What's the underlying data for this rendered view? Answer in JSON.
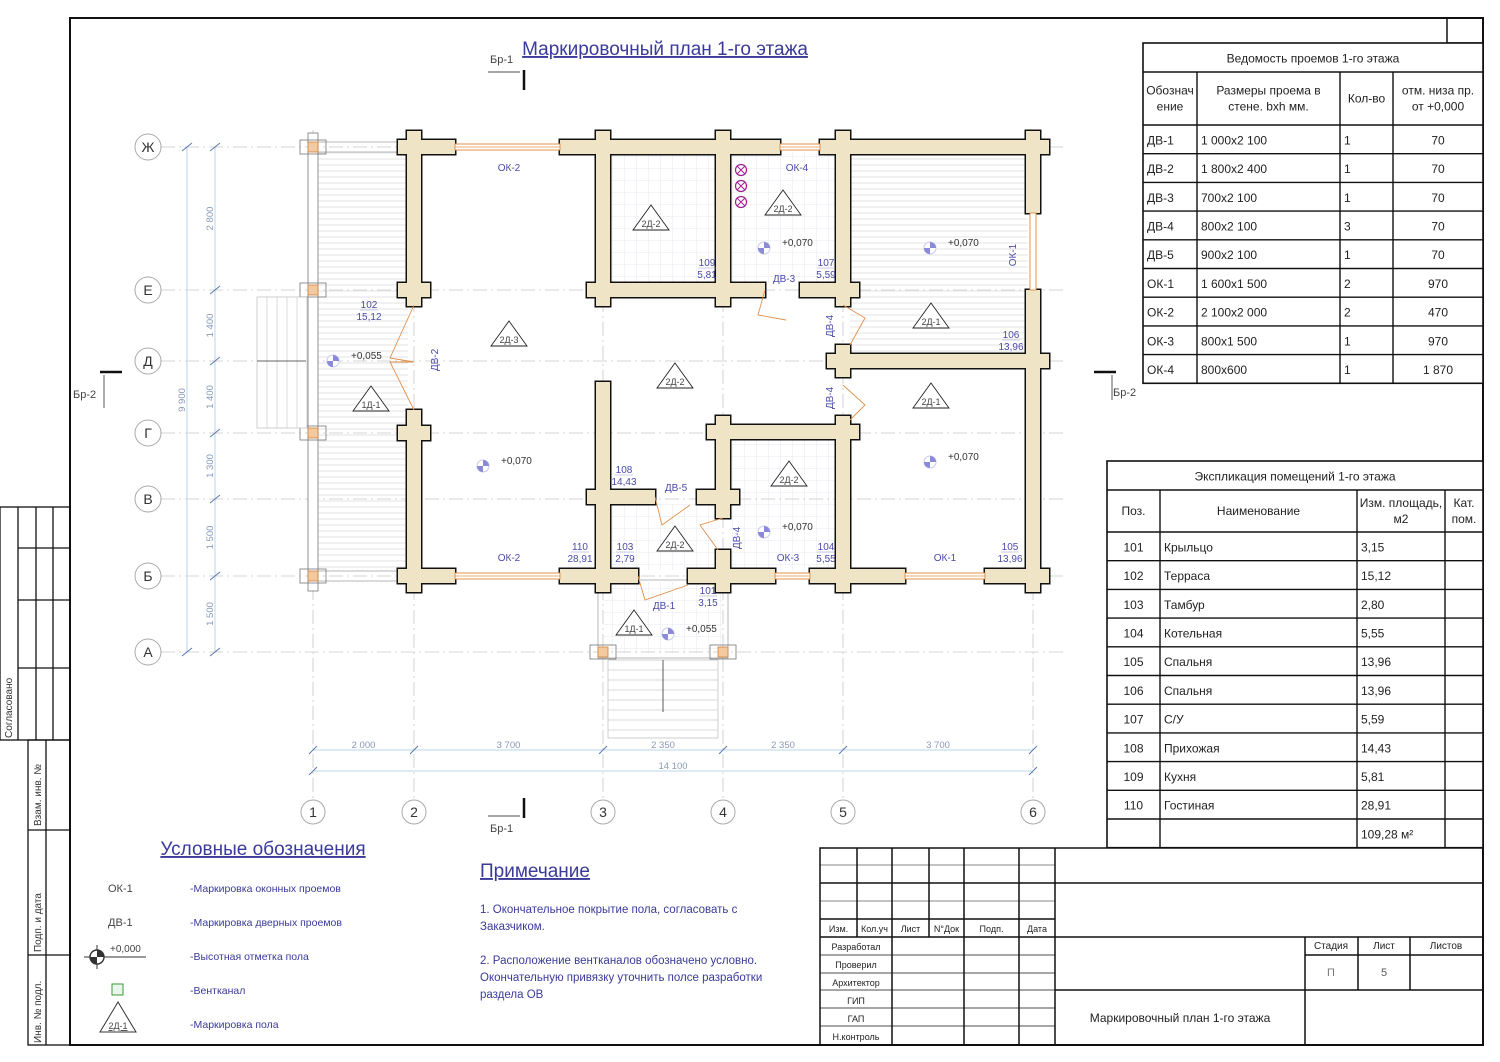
{
  "title": "Маркировочный план 1-го этажа",
  "section_marks": {
    "br1_top": "Бр-1",
    "br1_bottom": "Бр-1",
    "br2_left": "Бр-2",
    "br2_right": "Бр-2"
  },
  "axes": {
    "letters": [
      "Ж",
      "Е",
      "Д",
      "Г",
      "В",
      "Б",
      "А"
    ],
    "numbers": [
      "1",
      "2",
      "3",
      "4",
      "5",
      "6"
    ]
  },
  "dimensions": {
    "horizontal": [
      "2 000",
      "3 700",
      "2 350",
      "2 350",
      "3 700"
    ],
    "horizontal_total": "14 100",
    "vertical": [
      "2 800",
      "1 400",
      "1 400",
      "1 300",
      "1 500",
      "1 500"
    ],
    "vertical_total": "9 900"
  },
  "plan": {
    "windows": [
      "ОК-2",
      "ОК-4",
      "ОК-1",
      "ОК-2",
      "ОК-3",
      "ОК-1"
    ],
    "doors": [
      "ДВ-2",
      "ДВ-3",
      "ДВ-4",
      "ДВ-4",
      "ДВ-5",
      "ДВ-4",
      "ДВ-1"
    ],
    "rooms": [
      {
        "num": "102",
        "area": "15,12"
      },
      {
        "num": "109",
        "area": "5,81"
      },
      {
        "num": "107",
        "area": "5,59"
      },
      {
        "num": "106",
        "area": "13,96"
      },
      {
        "num": "108",
        "area": "14,43"
      },
      {
        "num": "110",
        "area": "28,91"
      },
      {
        "num": "103",
        "area": "2,79"
      },
      {
        "num": "104",
        "area": "5,55"
      },
      {
        "num": "105",
        "area": "13,96"
      },
      {
        "num": "101",
        "area": "3,15"
      }
    ],
    "elevations": [
      "+0,055",
      "+0,070",
      "+0,070",
      "+0,070",
      "+0,070",
      "+0,070",
      "+0,055"
    ],
    "floor_marks": [
      "1Д-1",
      "2Д-3",
      "2Д-2",
      "2Д-2",
      "2Д-1",
      "2Д-2",
      "2Д-1",
      "2Д-2",
      "2Д-2",
      "1Д-1"
    ]
  },
  "openings_table": {
    "title": "Ведомость проемов 1-го этажа",
    "headers": [
      [
        "Обознач",
        "ение"
      ],
      [
        "Размеры проема в",
        "стене. bxh мм."
      ],
      [
        "Кол-во"
      ],
      [
        "отм. низа пр.",
        "от +0,000"
      ]
    ],
    "rows": [
      [
        "ДВ-1",
        "1 000x2 100",
        "1",
        "70"
      ],
      [
        "ДВ-2",
        "1 800x2 400",
        "1",
        "70"
      ],
      [
        "ДВ-3",
        "700x2 100",
        "1",
        "70"
      ],
      [
        "ДВ-4",
        "800x2 100",
        "3",
        "70"
      ],
      [
        "ДВ-5",
        "900x2 100",
        "1",
        "70"
      ],
      [
        "ОК-1",
        "1 600x1 500",
        "2",
        "970"
      ],
      [
        "ОК-2",
        "2 100x2 000",
        "2",
        "470"
      ],
      [
        "ОК-3",
        "800x1 500",
        "1",
        "970"
      ],
      [
        "ОК-4",
        "800x600",
        "1",
        "1 870"
      ]
    ]
  },
  "rooms_table": {
    "title": "Экспликация помещений 1-го этажа",
    "headers": [
      [
        "Поз."
      ],
      [
        "Наименование"
      ],
      [
        "Изм. площадь,",
        "м2"
      ],
      [
        "Кат.",
        "пом."
      ]
    ],
    "rows": [
      [
        "101",
        "Крыльцо",
        "3,15",
        ""
      ],
      [
        "102",
        "Терраса",
        "15,12",
        ""
      ],
      [
        "103",
        "Тамбур",
        "2,80",
        ""
      ],
      [
        "104",
        "Котельная",
        "5,55",
        ""
      ],
      [
        "105",
        "Спальня",
        "13,96",
        ""
      ],
      [
        "106",
        "Спальня",
        "13,96",
        ""
      ],
      [
        "107",
        "С/У",
        "5,59",
        ""
      ],
      [
        "108",
        "Прихожая",
        "14,43",
        ""
      ],
      [
        "109",
        "Кухня",
        "5,81",
        ""
      ],
      [
        "110",
        "Гостиная",
        "28,91",
        ""
      ],
      [
        "",
        "",
        "109,28 м²",
        ""
      ]
    ]
  },
  "legend": {
    "title": "Условные обозначения",
    "items": [
      {
        "symbol": "ОК-1",
        "text": "-Маркировка оконных проемов"
      },
      {
        "symbol": "ДВ-1",
        "text": "-Маркировка дверных проемов"
      },
      {
        "symbol": "+0,000",
        "text": "-Высотная отметка пола"
      },
      {
        "symbol": "",
        "text": "-Вентканал"
      },
      {
        "symbol": "2Д-1",
        "text": "-Маркировка пола"
      }
    ]
  },
  "notes": {
    "title": "Примечание",
    "lines": [
      "1. Окончательное покрытие пола, согласовать с",
      "Заказчиком.",
      "2.  Расположение вентканалов обозначено условно.",
      "Окончательную привязку уточнить полсе разработки",
      "раздела ОВ"
    ]
  },
  "title_block": {
    "columns": [
      "Изм.",
      "Кол.уч",
      "Лист",
      "N°Док",
      "Подп.",
      "Дата"
    ],
    "roles": [
      "Разработал",
      "Проверил",
      "Архитектор",
      "ГИП",
      "ГАП",
      "Н.контроль"
    ],
    "stage_label": "Стадия",
    "sheet_label": "Лист",
    "sheets_label": "Листов",
    "stage": "П",
    "sheet": "5",
    "drawing_title": "Маркировочный план 1-го этажа"
  },
  "side_stamp": {
    "agreed": "Согласовано",
    "replace_inv": "Взам. инв. №",
    "sign_date": "Подп. и дата",
    "inv_orig": "Инв. № подл."
  },
  "colors": {
    "wall": "#efe5c6",
    "window": "#e0904a",
    "ink": "#3a3a9a",
    "vent": "#a02090"
  }
}
